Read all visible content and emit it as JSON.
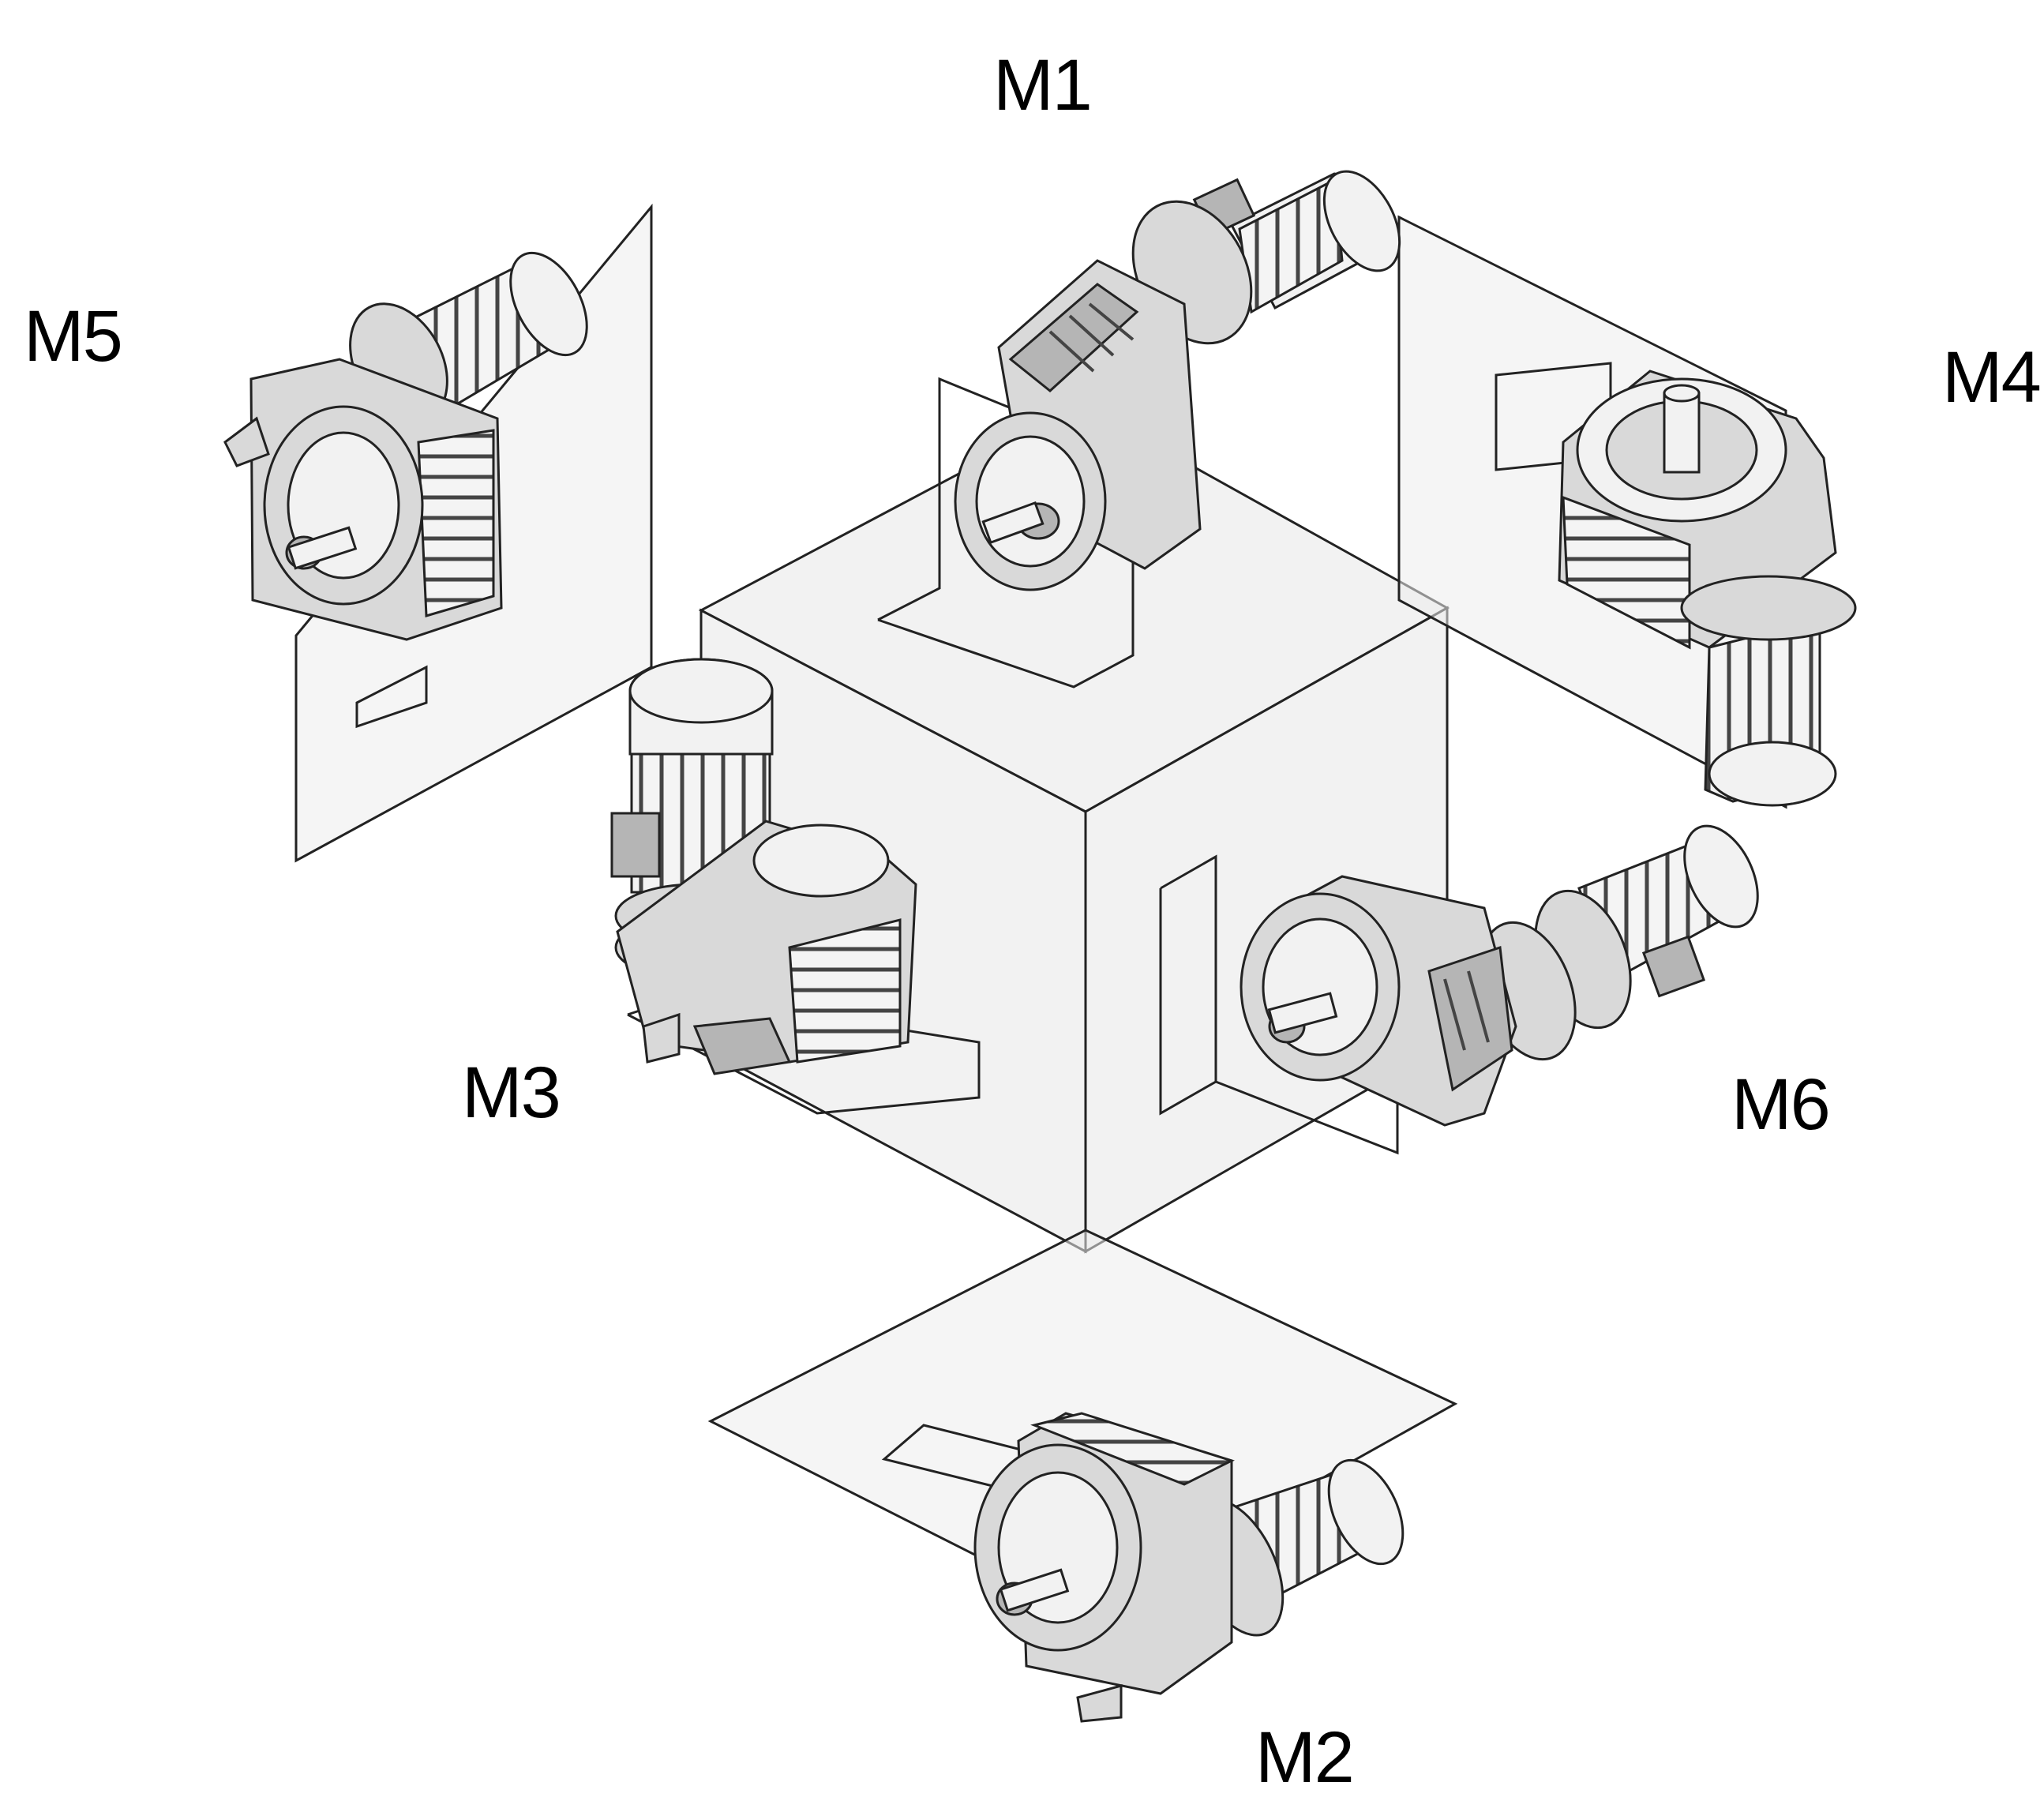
{
  "labels": {
    "m1": "M1",
    "m2": "M2",
    "m3": "M3",
    "m4": "M4",
    "m5": "M5",
    "m6": "M6"
  },
  "colors": {
    "line": "#222222",
    "metal": "#d9d9d9",
    "plate": "#ececec",
    "background": "#ffffff"
  }
}
